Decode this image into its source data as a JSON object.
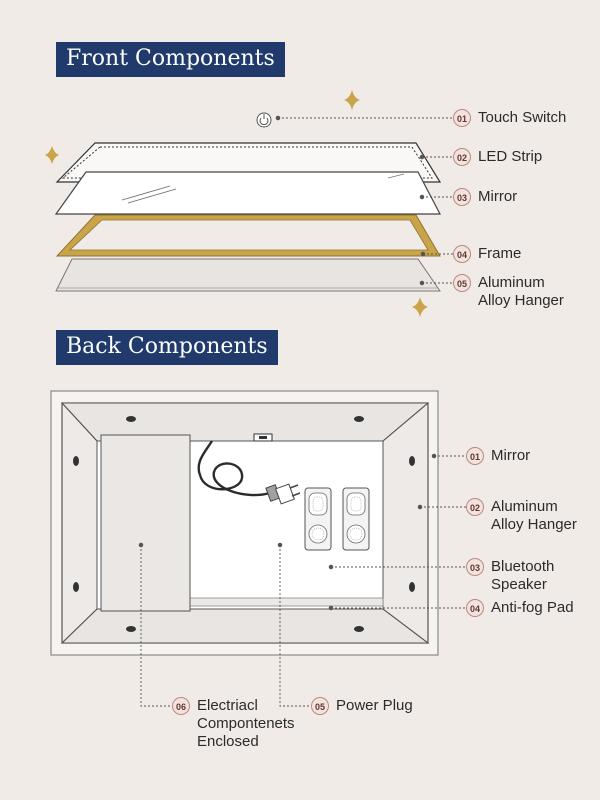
{
  "front": {
    "title": "Front Components",
    "callouts": [
      {
        "num": "01",
        "label": "Touch Switch"
      },
      {
        "num": "02",
        "label": "LED Strip"
      },
      {
        "num": "03",
        "label": "Mirror"
      },
      {
        "num": "04",
        "label": "Frame"
      },
      {
        "num": "05",
        "label_line1": "Aluminum",
        "label_line2": "Alloy Hanger"
      }
    ]
  },
  "back": {
    "title": "Back Components",
    "callouts": [
      {
        "num": "01",
        "label": "Mirror"
      },
      {
        "num": "02",
        "label_line1": "Aluminum",
        "label_line2": "Alloy Hanger"
      },
      {
        "num": "03",
        "label_line1": "Bluetooth",
        "label_line2": "Speaker"
      },
      {
        "num": "04",
        "label": "Anti-fog Pad"
      },
      {
        "num": "05",
        "label": "Power Plug"
      },
      {
        "num": "06",
        "label_line1": "Electriacl",
        "label_line2": "Compontenets",
        "label_line3": "Enclosed"
      }
    ]
  },
  "colors": {
    "title_bg": "#1f3a6b",
    "frame_gold": "#c9a449",
    "badge_fill": "#f5e2dc",
    "badge_stroke": "#b58a82",
    "line": "#555555"
  }
}
